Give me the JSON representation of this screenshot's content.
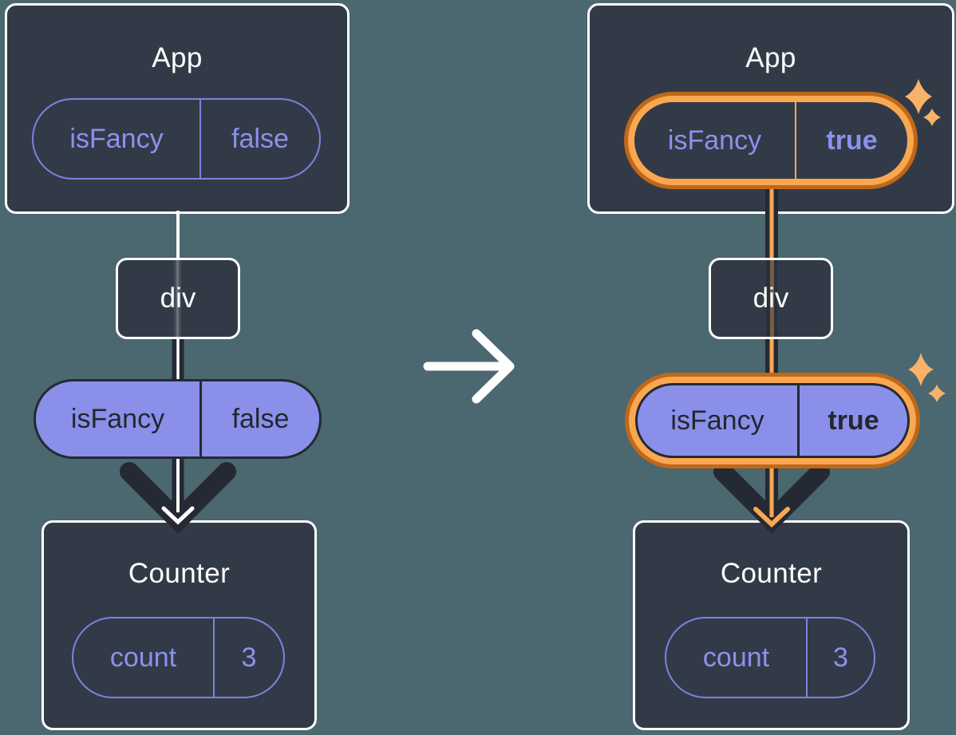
{
  "panels": {
    "left": {
      "app": {
        "title": "App",
        "state_pill": {
          "name": "isFancy",
          "value": "false"
        }
      },
      "div_node": {
        "label": "div"
      },
      "prop_pill": {
        "name": "isFancy",
        "value": "false"
      },
      "counter": {
        "title": "Counter",
        "state_pill": {
          "name": "count",
          "value": "3"
        }
      }
    },
    "right": {
      "app": {
        "title": "App",
        "state_pill": {
          "name": "isFancy",
          "value": "true"
        }
      },
      "div_node": {
        "label": "div"
      },
      "prop_pill": {
        "name": "isFancy",
        "value": "true"
      },
      "counter": {
        "title": "Counter",
        "state_pill": {
          "name": "count",
          "value": "3"
        }
      }
    }
  },
  "icons": {
    "transition_arrow": "right-arrow",
    "sparkle": "four-point-star",
    "state_flow_arrow": "down-arrow"
  },
  "colors": {
    "background": "#4B6770",
    "card_background": "#333A47",
    "card_border": "#FFFFFF",
    "purple_outline": "#7B83E0",
    "purple_text": "#8A92EE",
    "purple_fill": "#8A90E9",
    "dark": "#242933",
    "orange_light": "#F9A851",
    "orange_dark": "#C06818",
    "sparkle": "#F8B269",
    "white": "#FFFFFF"
  }
}
